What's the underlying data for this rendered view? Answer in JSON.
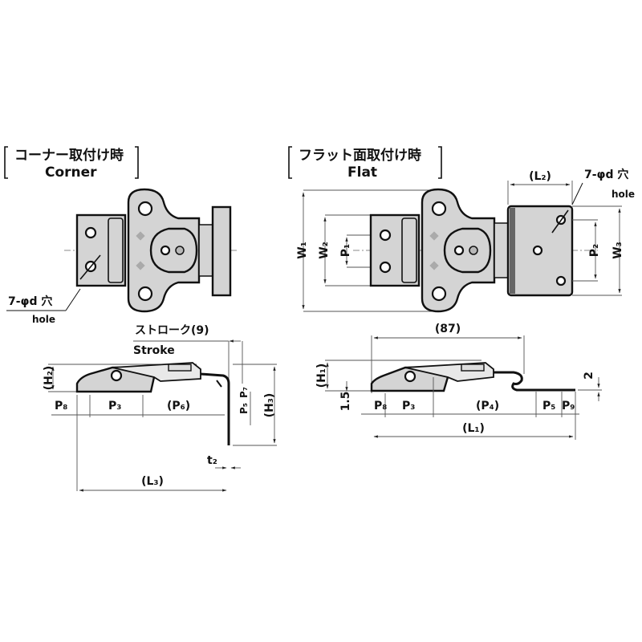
{
  "corner_view": {
    "title_jp": "コーナー取付け時",
    "title_en": "Corner",
    "hole_note_jp": "7-φd 穴",
    "hole_note_en": "hole"
  },
  "flat_view": {
    "title_jp": "フラット面取付け時",
    "title_en": "Flat",
    "hole_note_jp": "7-φd 穴",
    "hole_note_en": "hole",
    "dims": {
      "L2": "(L₂)",
      "W1": "W₁",
      "W2": "W₂",
      "W3": "W₃",
      "P1": "P₁",
      "P2": "P₂"
    }
  },
  "corner_side_view": {
    "stroke_jp": "ストローク(9)",
    "stroke_en": "Stroke",
    "dims": {
      "H2": "(H₂)",
      "H3": "(H₃)",
      "P8": "P₈",
      "P3": "P₃",
      "P6": "(P₆)",
      "P5": "P₅",
      "P7": "P₇",
      "t2": "t₂",
      "L3": "(L₃)"
    }
  },
  "flat_side_view": {
    "dims": {
      "overall": "(87)",
      "H1": "(H₁)",
      "thk1": "1.5",
      "thk2": "2",
      "P8": "P₈",
      "P3": "P₃",
      "P4": "(P₄)",
      "P5": "P₅",
      "P9": "P₉",
      "L1": "(L₁)"
    }
  },
  "colors": {
    "part_fill": "#d4d4d4",
    "outline": "#111111",
    "dimension_line": "#555555",
    "background": "#ffffff"
  }
}
